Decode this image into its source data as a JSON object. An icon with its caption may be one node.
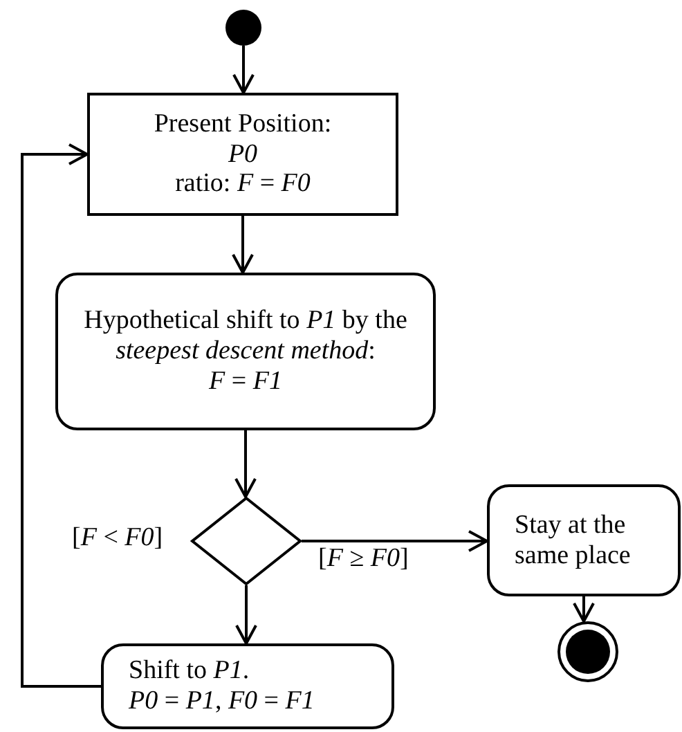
{
  "diagram": {
    "nodes": [
      {
        "text": [],
        "shape": "circle"
      },
      {
        "text": [
          "Present Position:",
          "*P0*",
          "ratio: *F* = *F0*"
        ]
      },
      {
        "text": [
          "Hypothetical shift to *P1* by the *steepest descent method*:",
          "*F* = *F1*"
        ]
      },
      {
        "text": [],
        "shape": "diamond"
      },
      {
        "text": [
          "Stay at the same place"
        ]
      },
      {
        "text": [],
        "shape": "circle"
      },
      {
        "text": [
          "Shift to *P1*.",
          "*P0* = *P1*, *F0* = *F1*"
        ]
      }
    ],
    "edges": [
      {
        "from": 0,
        "to": 1,
        "arrow": "to"
      },
      {
        "from": 1,
        "to": 2,
        "arrow": "to"
      },
      {
        "from": 2,
        "to": 3,
        "arrow": "to"
      },
      {
        "from": 3,
        "to": 6,
        "arrow": "to",
        "label": "[*F* < *F0*]"
      },
      {
        "from": 3,
        "to": 4,
        "arrow": "to",
        "label": "[*F* ≥ *F0*]"
      },
      {
        "from": 4,
        "to": 5,
        "arrow": "to"
      },
      {
        "from": 6,
        "to": 1,
        "arrow": "to"
      }
    ]
  }
}
